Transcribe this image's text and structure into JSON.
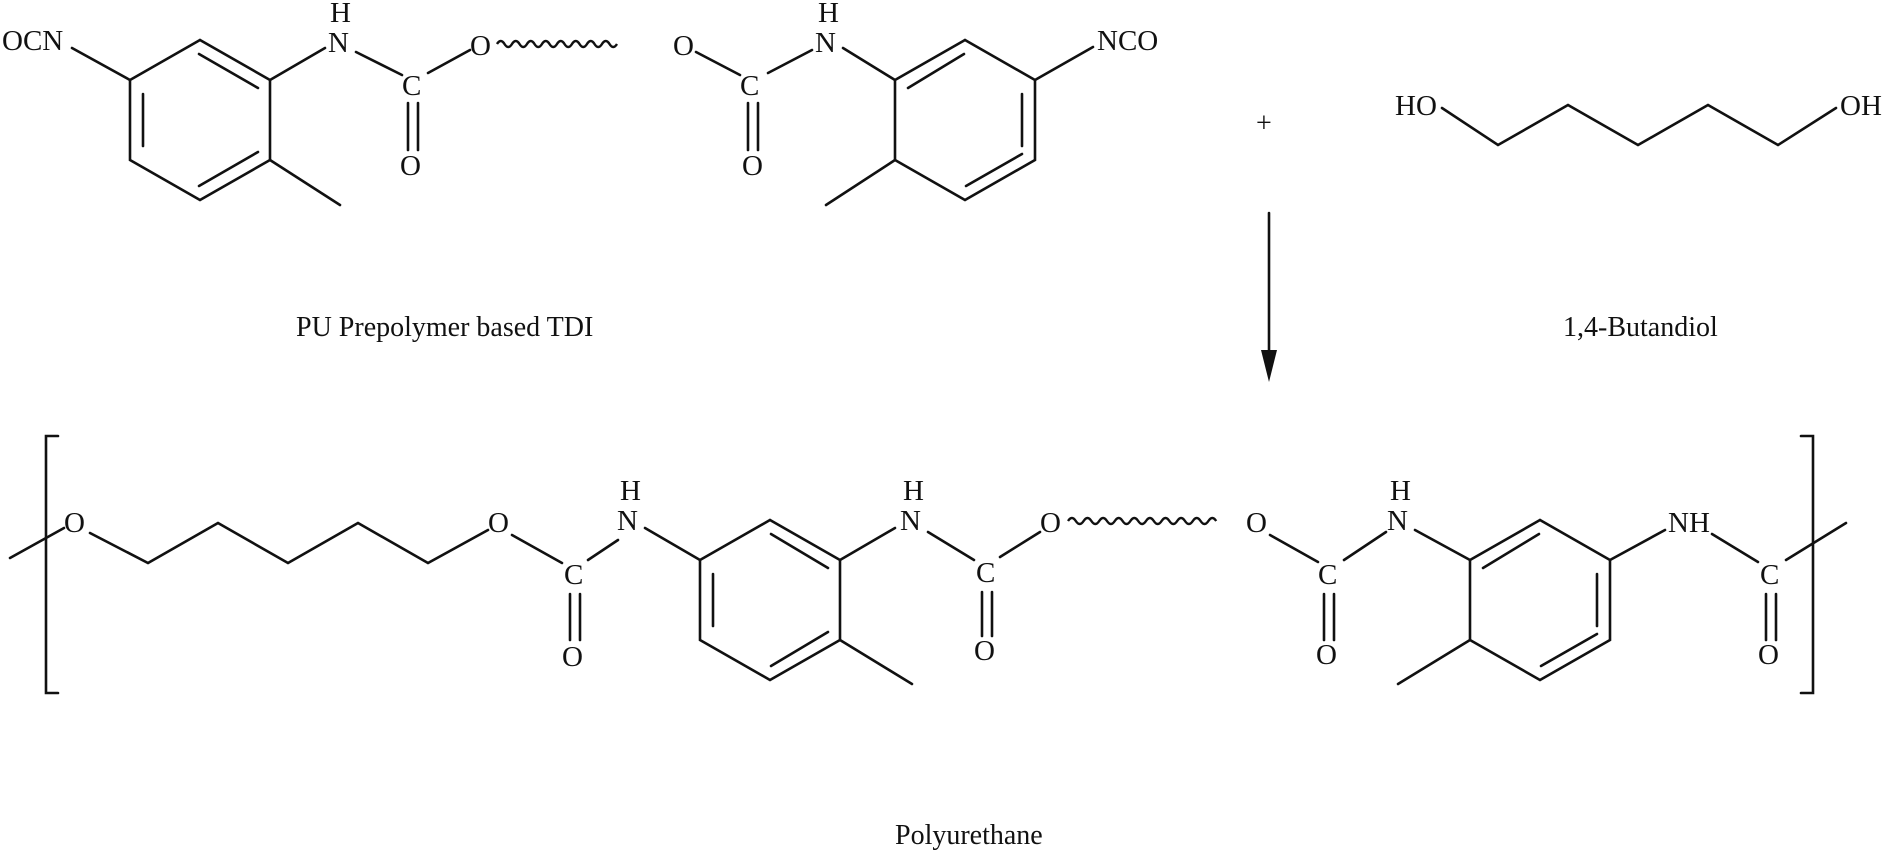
{
  "reactant_1": {
    "caption": "PU Prepolymer based TDI",
    "labels": {
      "isocyanate_left": "OCN",
      "isocyanate_right": "NCO",
      "nh_h_1": "H",
      "nh_n_1": "N",
      "carbonyl_c_1": "C",
      "carbonyl_o_1": "O",
      "ester_o_1": "O",
      "ester_o_2": "O",
      "carbonyl_c_2": "C",
      "carbonyl_o_2": "O",
      "nh_h_2": "H",
      "nh_n_2": "N"
    }
  },
  "plus_sign": "+",
  "reactant_2": {
    "caption": "1,4-Butandiol",
    "labels": {
      "hydroxyl_left": "HO",
      "hydroxyl_right": "OH"
    }
  },
  "product": {
    "caption": "Polyurethane",
    "labels": {
      "ether_o": "O",
      "ester_o_1": "O",
      "carbonyl_c_1": "C",
      "carbonyl_o_1": "O",
      "nh_h_1": "H",
      "nh_n_1": "N",
      "nh_h_2": "H",
      "nh_n_2": "N",
      "carbonyl_c_2": "C",
      "carbonyl_o_2": "O",
      "ester_o_2": "O",
      "ester_o_3": "O",
      "carbonyl_c_3": "C",
      "carbonyl_o_3": "O",
      "nh_h_3": "H",
      "nh_n_3": "N",
      "nh_4": "NH",
      "carbonyl_c_4": "C",
      "carbonyl_o_4": "O"
    }
  }
}
